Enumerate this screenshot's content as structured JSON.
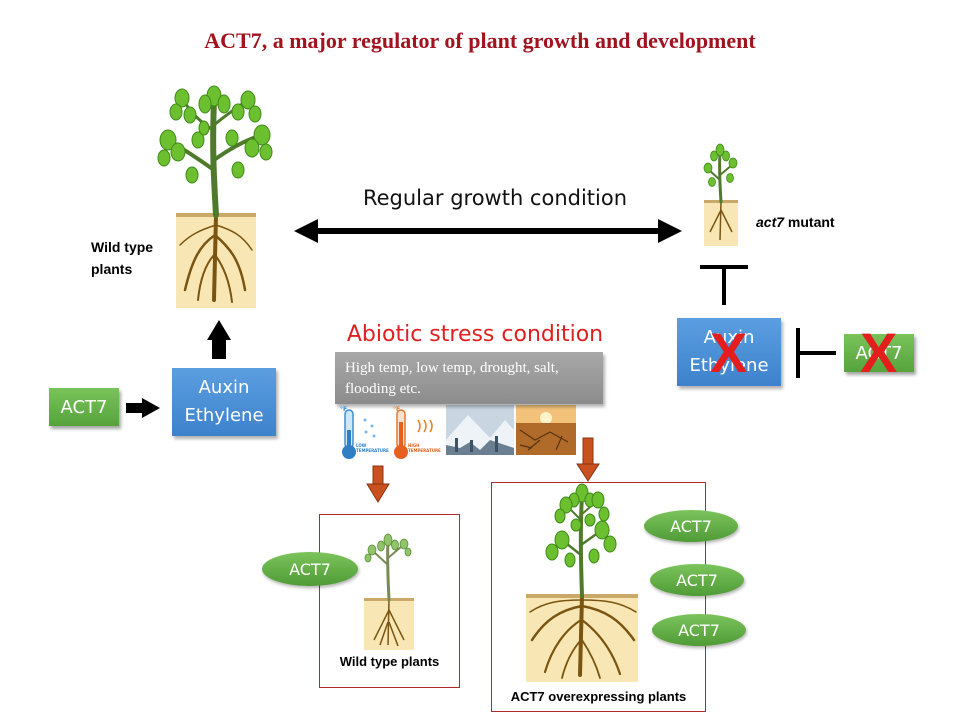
{
  "title": "ACT7, a major regulator of plant  growth and development",
  "regular_condition": "Regular growth condition",
  "abiotic_title": "Abiotic stress condition",
  "abiotic_examples": "High temp, low temp, drought, salt, flooding etc.",
  "wild_type_top_label": "Wild type plants",
  "mutant_label_italic": "act7",
  "mutant_label_rest": " mutant",
  "act7": "ACT7",
  "auxin": "Auxin",
  "ethylene": "Ethylene",
  "cross": "X",
  "wild_type_bottom_label": "Wild  type plants",
  "overexpressing_label": "ACT7 overexpressing plants",
  "thermo_low": "LOW TEMPERATURE",
  "thermo_high": "HIGH TEMPERATURE",
  "thermo_unit": "°F",
  "colors": {
    "title": "#a01420",
    "green": "#5aa640",
    "blue": "#4a8fd6",
    "red_cross": "#e41d1d",
    "arrow_orange": "#c9511f",
    "soil": "#f8e7b4",
    "root": "#7a5410",
    "stem": "#4f7a2b",
    "leaf": "#6cbf2f"
  }
}
